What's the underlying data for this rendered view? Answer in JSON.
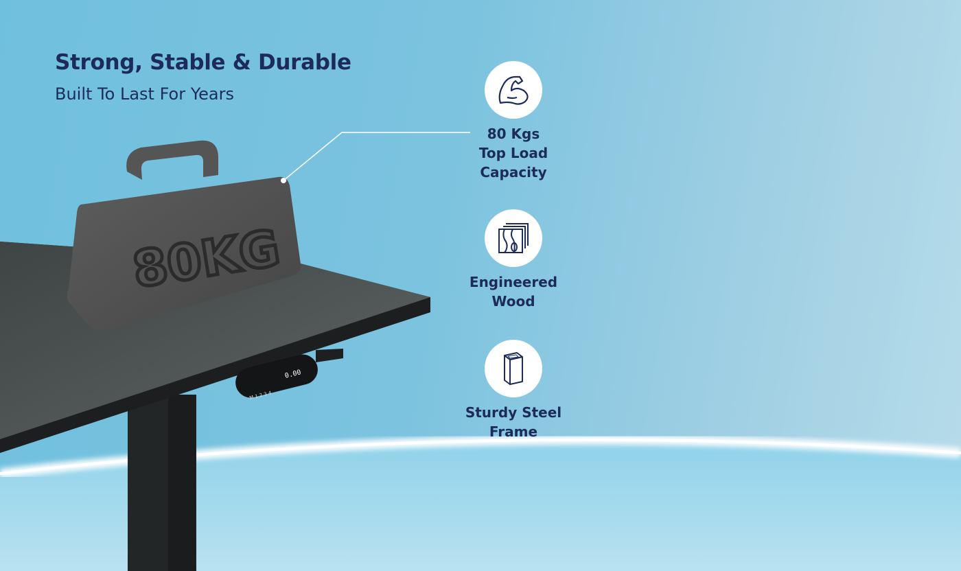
{
  "headline": {
    "title": "Strong, Stable & Durable",
    "subtitle": "Built To Last For Years"
  },
  "features": [
    {
      "icon": "flexed-bicep-icon",
      "line1": "80 Kgs",
      "line2": "Top Load",
      "line3": "Capacity"
    },
    {
      "icon": "wood-grain-layers-icon",
      "line1": "Engineered",
      "line2": "Wood"
    },
    {
      "icon": "steel-beam-icon",
      "line1": "Sturdy Steel",
      "line2": "Frame"
    }
  ],
  "product": {
    "weight_label": "80KG",
    "controller_display": "0.00",
    "controller_buttons": [
      "M",
      "1",
      "2",
      "3",
      "4"
    ]
  },
  "colors": {
    "text": "#1c2b5a",
    "background": "#7cc3df",
    "icon_circle": "#ffffff"
  }
}
